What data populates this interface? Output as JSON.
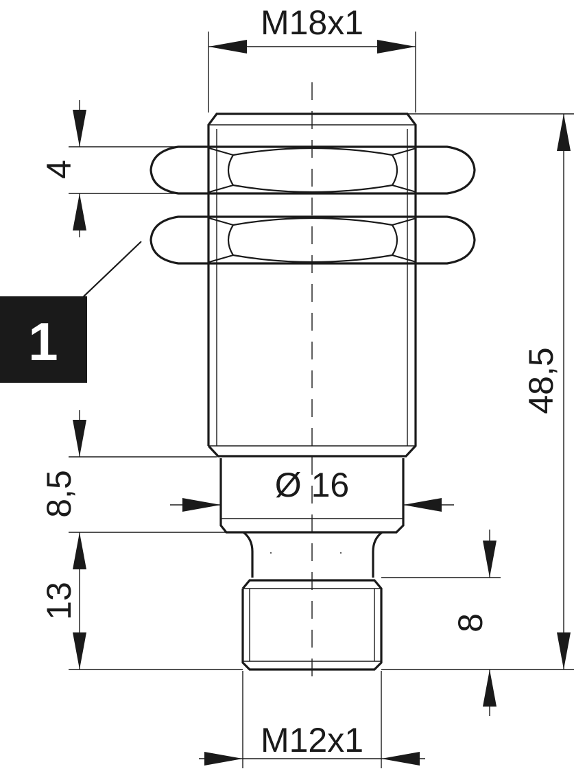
{
  "dimensions": {
    "thread_top": "M18x1",
    "thread_bottom": "M12x1",
    "nut_thickness": "4",
    "total_length": "48,5",
    "collar_length": "8,5",
    "collar_diameter": "Ø 16",
    "connector_length": "13",
    "thread_length": "8"
  },
  "callout": {
    "label": "1",
    "background": "#1a1a1a",
    "text_color": "#ffffff"
  },
  "colors": {
    "line": "#1a1a1a",
    "background": "#ffffff"
  }
}
